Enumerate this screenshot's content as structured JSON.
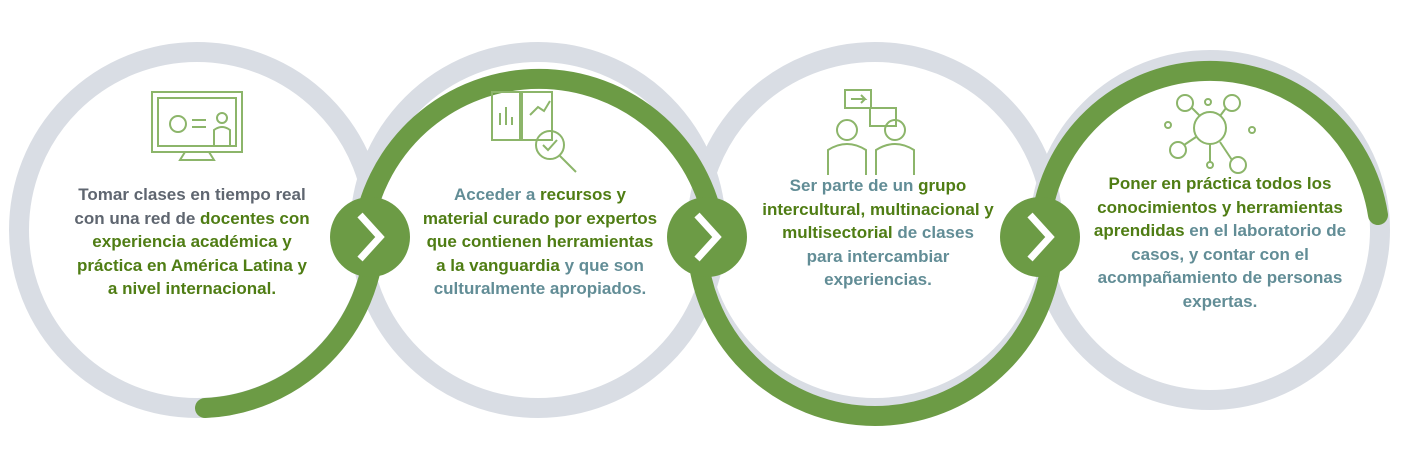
{
  "colors": {
    "ring_grey": "#d9dde4",
    "ring_green": "#6c9b45",
    "text_green": "#4f7d14",
    "text_grey": "#5f6670",
    "text_teal": "#628d96",
    "icon_green": "#8cb56a"
  },
  "steps": [
    {
      "icon": "teacher-screen-icon",
      "segments": [
        {
          "text": "Tomar clases en tiempo real con una red de ",
          "tone": "grey"
        },
        {
          "text": "docentes con experiencia académica y práctica en América Latina y a nivel internacional.",
          "tone": "green"
        }
      ]
    },
    {
      "icon": "report-magnifier-icon",
      "segments": [
        {
          "text": "Acceder a ",
          "tone": "teal"
        },
        {
          "text": "recursos y material curado por expertos que contienen herramientas a la vanguardia",
          "tone": "green"
        },
        {
          "text": " y que  son culturalmente apropiados.",
          "tone": "teal"
        }
      ]
    },
    {
      "icon": "people-exchange-icon",
      "segments": [
        {
          "text": "Ser parte de un ",
          "tone": "teal"
        },
        {
          "text": "grupo intercultural, multinacional y multisectorial",
          "tone": "green"
        },
        {
          "text": " de clases para intercambiar experiencias.",
          "tone": "teal"
        }
      ]
    },
    {
      "icon": "network-people-icon",
      "segments": [
        {
          "text": "Poner en práctica todos los conocimientos y herramientas aprendidas",
          "tone": "green"
        },
        {
          "text": " en el laboratorio de casos, y contar con el acompañamiento de personas  expertas.",
          "tone": "teal"
        }
      ]
    }
  ],
  "connectors": [
    "chevron-right-icon",
    "chevron-right-icon",
    "chevron-right-icon"
  ]
}
